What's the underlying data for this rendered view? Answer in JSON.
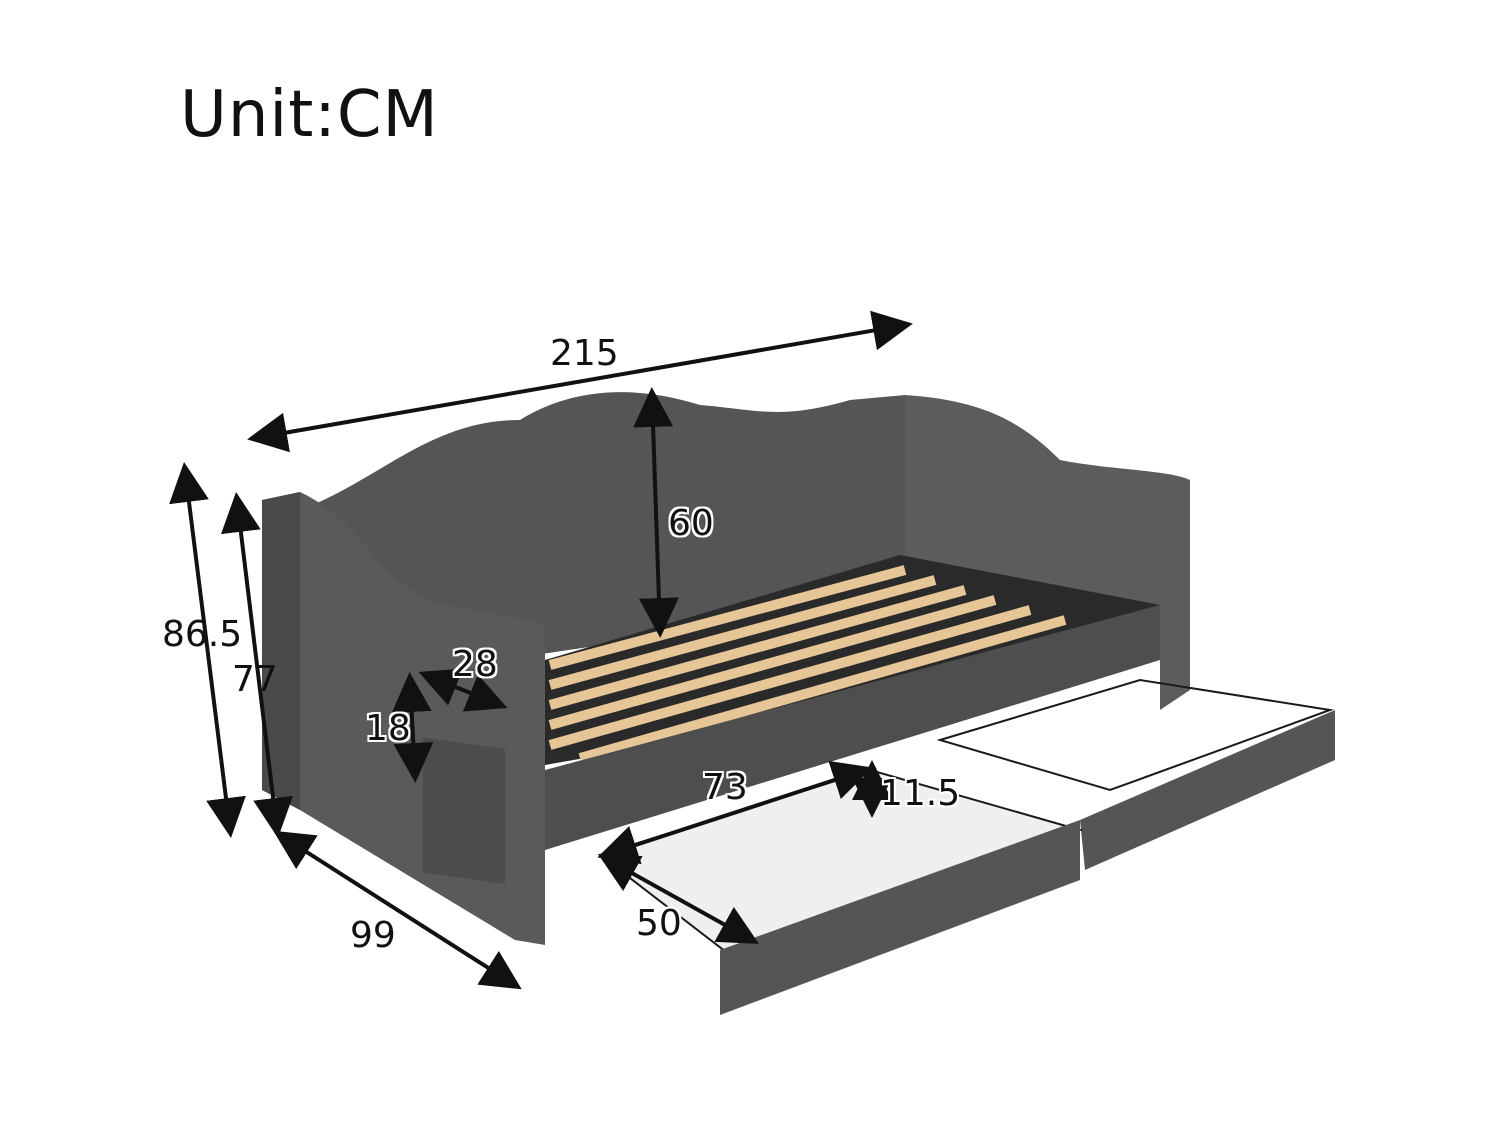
{
  "title": "Unit:CM",
  "product": "Upholstered tufted daybed with two storage drawers",
  "colors": {
    "fabric": "#5a5a5a",
    "fabric_dark": "#474747",
    "slats": "#e8c99a",
    "wire": "#1a1a1a",
    "background": "#ffffff"
  },
  "dimensions": {
    "length": "215",
    "backrest_height": "60",
    "total_height": "86.5",
    "arm_height": "77",
    "pocket_width": "28",
    "pocket_height": "18",
    "depth": "99",
    "drawer_length": "73",
    "drawer_height": "11.5",
    "drawer_width": "50"
  }
}
